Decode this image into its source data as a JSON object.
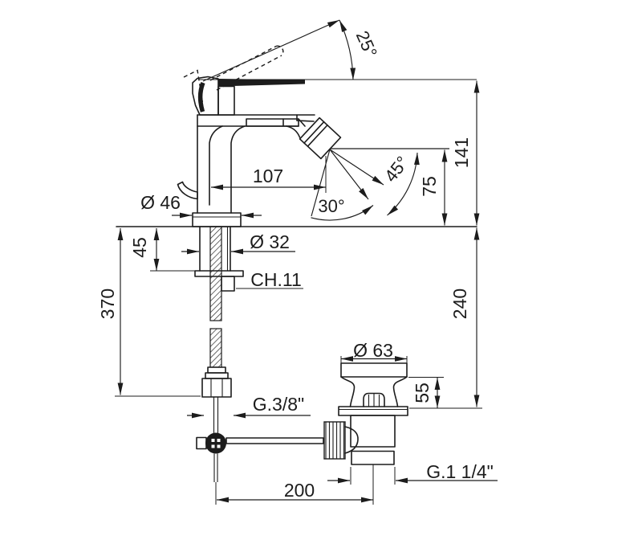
{
  "drawing": {
    "type": "technical-dimension-drawing",
    "subject": "single-lever bidet mixer with pop-up waste",
    "ink_color": "#1c1c1c",
    "background_color": "#ffffff"
  },
  "dimensions": {
    "lever_angle": "25°",
    "overall_height": "141",
    "spout_reach": "107",
    "spray_height": "75",
    "spray_angle_inner": "30°",
    "spray_angle_outer": "45°",
    "base_diameter": "Ø 46",
    "shank_diameter": "Ø 32",
    "clamp_thickness": "45",
    "nut_size": "CH.11",
    "hose_length": "370",
    "below_deck_depth": "240",
    "waste_cap_diameter": "Ø 63",
    "waste_body_height": "55",
    "supply_thread": "G.3/8\"",
    "waste_thread": "G.1 1/4\"",
    "waste_offset": "200"
  }
}
